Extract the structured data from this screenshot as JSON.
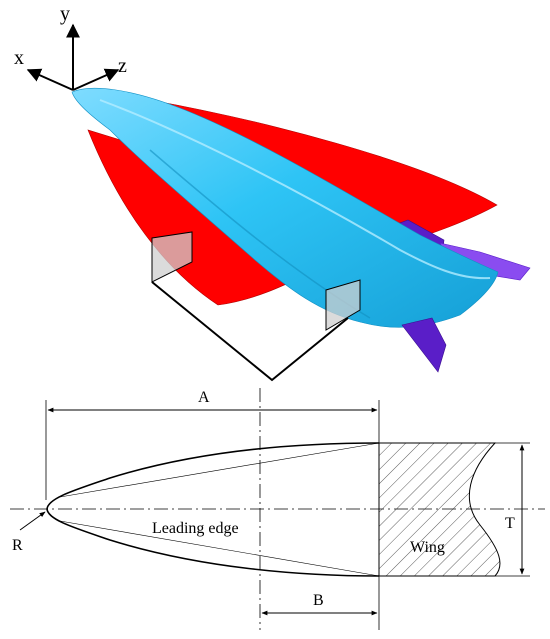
{
  "axes": {
    "x_label": "x",
    "y_label": "y",
    "z_label": "z"
  },
  "section": {
    "dim_a": "A",
    "dim_b": "B",
    "dim_t": "T",
    "dim_r": "R",
    "leading_edge": "Leading edge",
    "wing": "Wing"
  },
  "colors": {
    "wing_red": "#ff0000",
    "wing_red_dark": "#cc0000",
    "body_cyan": "#1ebcf2",
    "body_cyan_light": "#7fdcff",
    "fin_purple": "#5a1ec8",
    "fin_purple_light": "#8a4cf0",
    "cut_plane": "#c9c9c9",
    "line": "#000000"
  }
}
